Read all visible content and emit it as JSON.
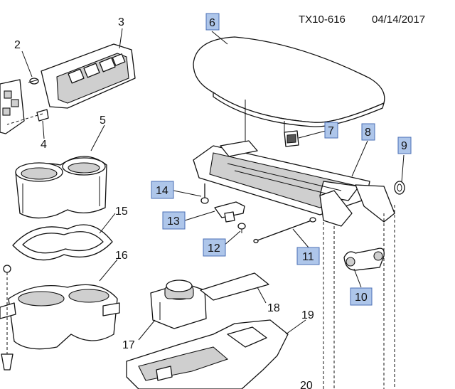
{
  "header": {
    "doc_id": "TX10-616",
    "date": "04/14/2017"
  },
  "callouts": {
    "c2": "2",
    "c3": "3",
    "c4": "4",
    "c5": "5",
    "c6": "6",
    "c7": "7",
    "c8": "8",
    "c9": "9",
    "c10": "10",
    "c11": "11",
    "c12": "12",
    "c13": "13",
    "c14": "14",
    "c15": "15",
    "c16": "16",
    "c17": "17",
    "c18": "18",
    "c19": "19",
    "c20": "20"
  },
  "highlight_color": "#aec6ea"
}
